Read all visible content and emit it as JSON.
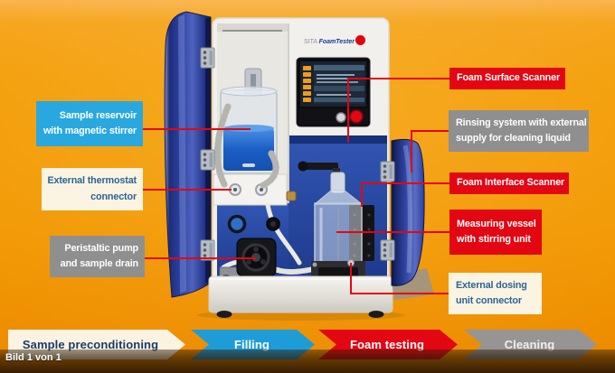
{
  "image_overlay": {
    "status": "Bild 1 von 1"
  },
  "device": {
    "brand": {
      "maker": "SITA",
      "product": "FoamTester"
    }
  },
  "callouts": {
    "left": [
      {
        "name": "sample-reservoir",
        "color": "blue",
        "lines": [
          "Sample reservoir",
          "with magnetic stirrer"
        ]
      },
      {
        "name": "external-thermostat",
        "color": "cream",
        "lines": [
          "External thermostat",
          "connector"
        ]
      },
      {
        "name": "peristaltic-pump",
        "color": "gray",
        "lines": [
          "Peristaltic pump",
          "and sample drain"
        ]
      }
    ],
    "right": [
      {
        "name": "foam-surface-scanner",
        "color": "red",
        "lines": [
          "Foam Surface Scanner"
        ]
      },
      {
        "name": "rinsing-system",
        "color": "gray",
        "lines": [
          "Rinsing system with external",
          "supply for cleaning liquid"
        ]
      },
      {
        "name": "foam-interface-scanner",
        "color": "red",
        "lines": [
          "Foam Interface Scanner"
        ]
      },
      {
        "name": "measuring-vessel",
        "color": "red",
        "lines": [
          "Measuring vessel",
          "with stirring unit"
        ]
      },
      {
        "name": "external-dosing",
        "color": "cream",
        "lines": [
          "External dosing",
          "unit connector"
        ]
      }
    ]
  },
  "process_steps": [
    {
      "label": "Sample preconditioning",
      "color": "#faf3e2",
      "text_color": "#1d3a67"
    },
    {
      "label": "Filling",
      "color": "#1e9cd8",
      "text_color": "#ffffff"
    },
    {
      "label": "Foam testing",
      "color": "#e30613",
      "text_color": "#ffffff"
    },
    {
      "label": "Cleaning",
      "color": "#969594",
      "text_color": "#efefef"
    }
  ],
  "colors": {
    "background_orange": "#f29700",
    "accent_red": "#e30613",
    "label_blue": "#29a8df",
    "label_gray": "#8f8f8f",
    "label_cream": "#fbf4e2",
    "door_blue": "#2c41a3",
    "liquid_blue": "#1b5ec6"
  }
}
